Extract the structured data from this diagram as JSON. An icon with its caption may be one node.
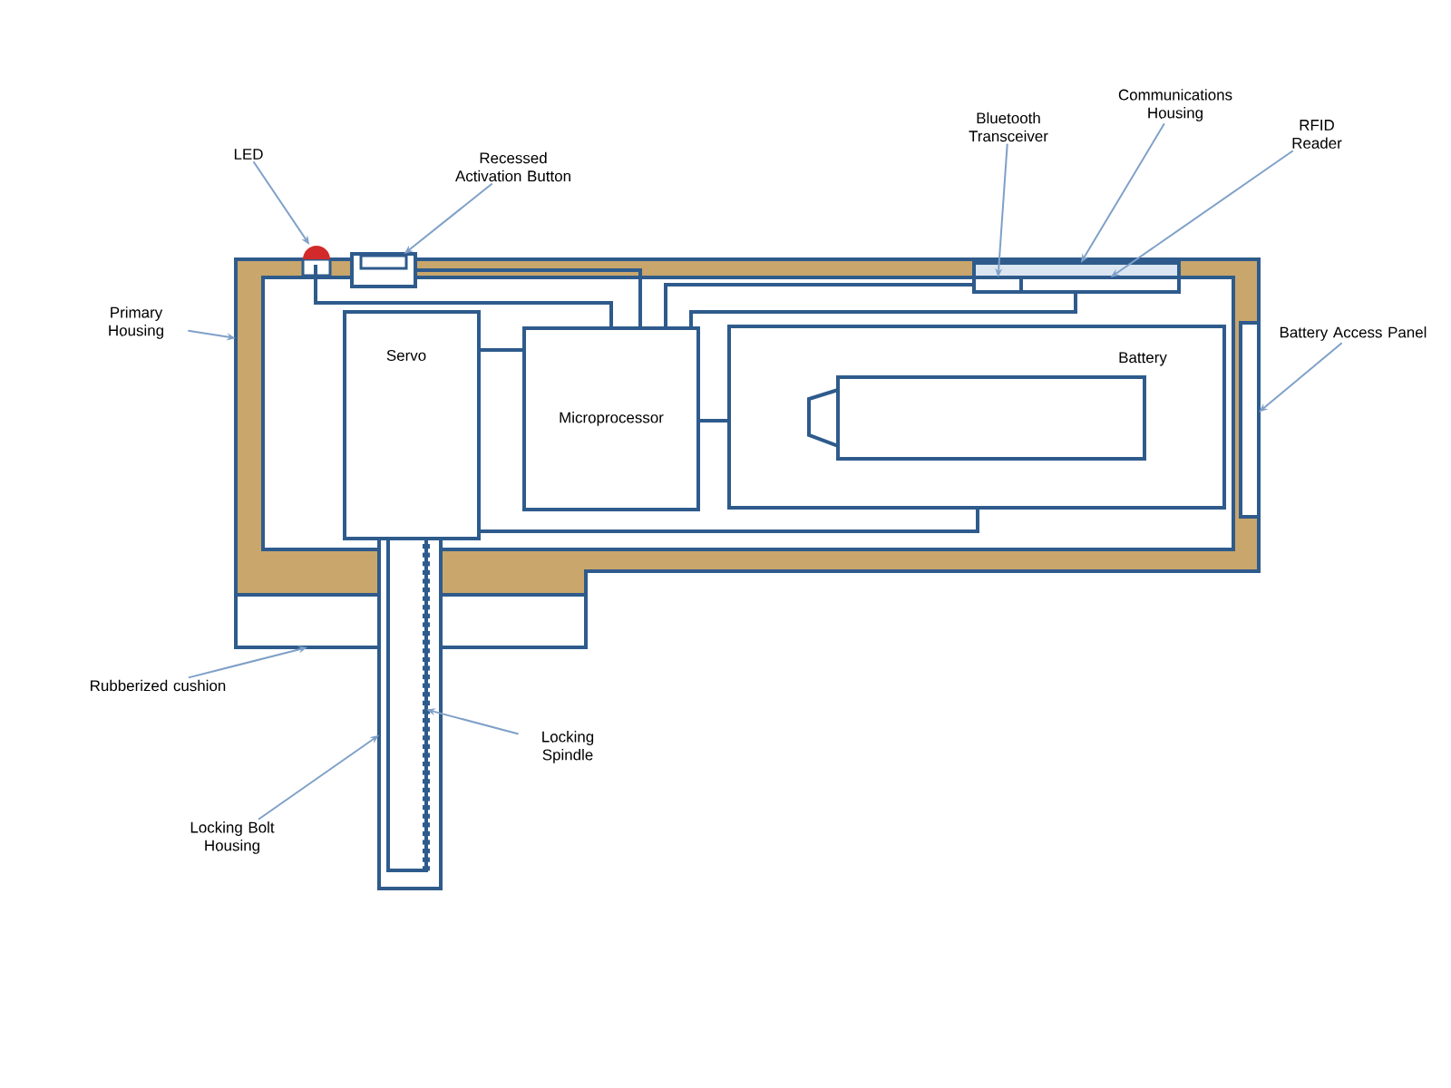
{
  "diagram": {
    "nodes": [
      {
        "text": [
          "LED"
        ]
      },
      {
        "text": [
          "Recessed Activation Button"
        ]
      },
      {
        "text": [
          "Primary Housing"
        ]
      },
      {
        "text": [
          "Bluetooth Transceiver"
        ]
      },
      {
        "text": [
          "Communications Housing"
        ]
      },
      {
        "text": [
          "RFID Reader"
        ]
      },
      {
        "text": [
          "Battery Access Panel"
        ]
      },
      {
        "text": [
          "Rubberized cushion"
        ]
      },
      {
        "text": [
          "Locking Spindle"
        ]
      },
      {
        "text": [
          "Locking Bolt Housing"
        ]
      },
      {
        "text": [],
        "shape": "box"
      },
      {
        "text": [
          "Servo"
        ],
        "in": 10
      },
      {
        "text": [
          "Microprocessor"
        ],
        "in": 10
      },
      {
        "text": [
          "Battery"
        ],
        "in": 10
      },
      {
        "text": [],
        "shape": "cylinder",
        "in": 13
      },
      {
        "text": [],
        "shape": "circle",
        "in": 10
      },
      {
        "text": [],
        "shape": "box"
      },
      {
        "text": [],
        "shape": "box",
        "in": 10
      },
      {
        "text": [],
        "shape": "box",
        "in": 10
      },
      {
        "text": [],
        "shape": "box",
        "in": 10
      },
      {
        "text": [],
        "shape": "box",
        "in": 10
      },
      {
        "text": [],
        "shape": "box"
      },
      {
        "text": [],
        "shape": "box"
      },
      {
        "text": [],
        "shape": "bar",
        "in": 22
      }
    ],
    "edges": [
      {
        "from": 0,
        "to": 15,
        "arrow": "to"
      },
      {
        "from": 1,
        "to": 16,
        "arrow": "to"
      },
      {
        "from": 2,
        "to": 10,
        "arrow": "to"
      },
      {
        "from": 3,
        "to": 17,
        "arrow": "to"
      },
      {
        "from": 4,
        "to": 18,
        "arrow": "to"
      },
      {
        "from": 5,
        "to": 19,
        "arrow": "to"
      },
      {
        "from": 6,
        "to": 20,
        "arrow": "to"
      },
      {
        "from": 7,
        "to": 21,
        "arrow": "to"
      },
      {
        "from": 8,
        "to": 23,
        "arrow": "to"
      },
      {
        "from": 9,
        "to": 22,
        "arrow": "to"
      },
      {
        "from": 15,
        "to": 12,
        "arrow": "none",
        "color": "#2e5b8c"
      },
      {
        "from": 16,
        "to": 12,
        "arrow": "none",
        "color": "#2e5b8c"
      },
      {
        "from": 17,
        "to": 12,
        "arrow": "none",
        "color": "#2e5b8c"
      },
      {
        "from": 19,
        "to": 12,
        "arrow": "none",
        "color": "#2e5b8c"
      },
      {
        "from": 11,
        "to": 12,
        "arrow": "none",
        "color": "#2e5b8c"
      },
      {
        "from": 12,
        "to": 13,
        "arrow": "none",
        "color": "#2e5b8c"
      },
      {
        "from": 11,
        "to": 13,
        "arrow": "none",
        "color": "#2e5b8c"
      }
    ]
  }
}
